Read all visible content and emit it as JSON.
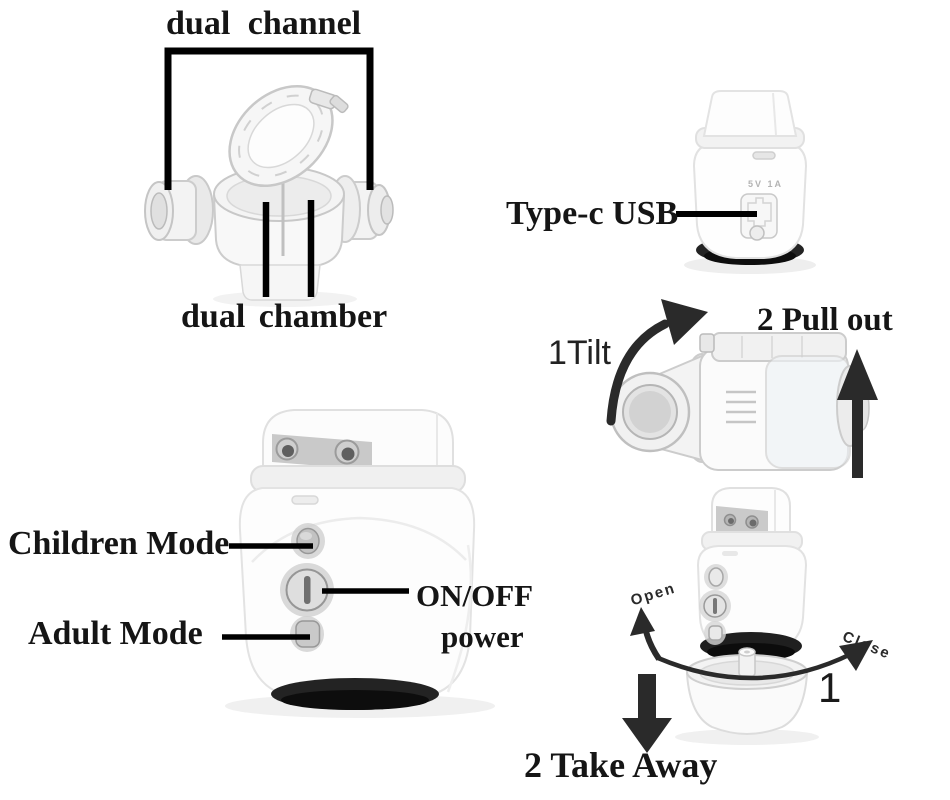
{
  "diagram": {
    "type": "product-instruction-diagram",
    "subject": "dual-chamber nebulizer device exploded and annotated views"
  },
  "labels": {
    "dual_channel": "dual channel",
    "dual_chamber": "dual chamber",
    "type_c_usb": "Type-c USB",
    "tilt": "1Tilt",
    "pull_out": "2 Pull out",
    "children_mode": "Children Mode",
    "adult_mode": "Adult Mode",
    "on_off": "ON/OFF",
    "power": "power",
    "open": "Open",
    "close": "Close",
    "step_one": "1",
    "take_away": "2 Take Away",
    "port_rating": "5V 1A"
  },
  "colors": {
    "background": "#ffffff",
    "text": "#151515",
    "annotation_line": "#000000",
    "arrow": "#2a2a2a",
    "device_fill": "#fdfdfd",
    "device_stroke": "#d5d5d5",
    "panel_gray": "#c9c9c9",
    "base_dark": "#1f1f1f",
    "shadow": "#efefef",
    "port_text": "#b3b3b3"
  }
}
